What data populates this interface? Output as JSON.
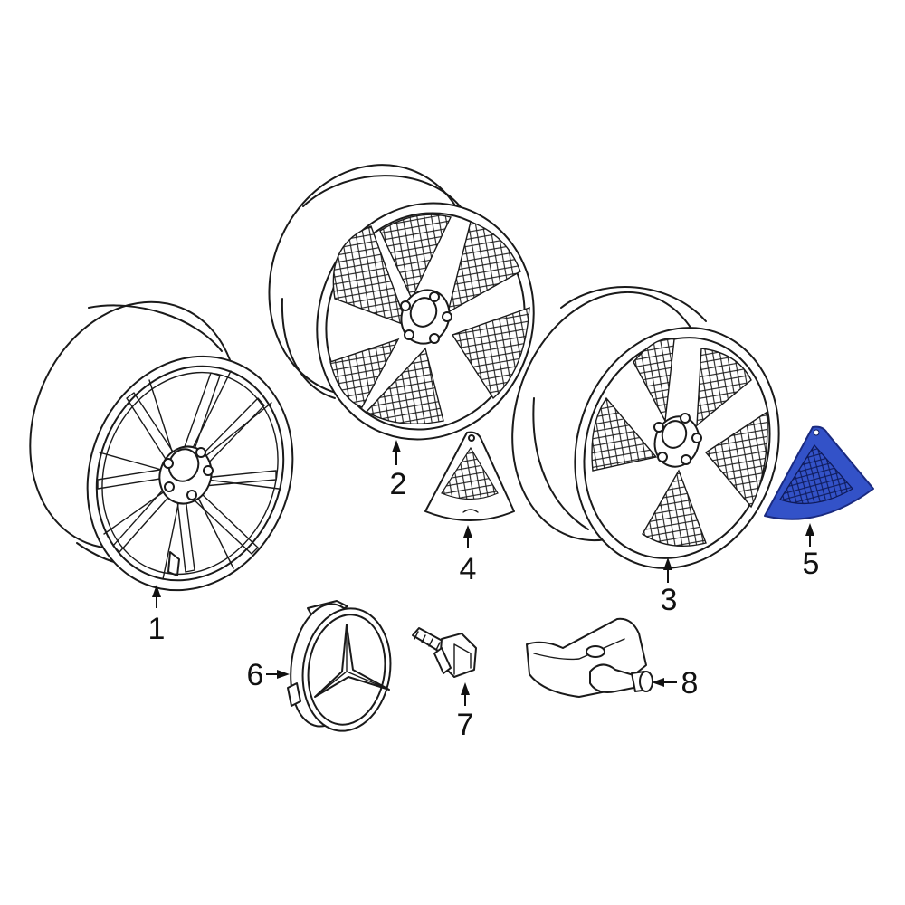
{
  "diagram": {
    "callouts": [
      {
        "id": "1",
        "label": "1"
      },
      {
        "id": "2",
        "label": "2"
      },
      {
        "id": "3",
        "label": "3"
      },
      {
        "id": "4",
        "label": "4"
      },
      {
        "id": "5",
        "label": "5"
      },
      {
        "id": "6",
        "label": "6"
      },
      {
        "id": "7",
        "label": "7"
      },
      {
        "id": "8",
        "label": "8"
      }
    ],
    "highlighted_part": "5",
    "highlight_color": "#3352c8",
    "highlight_outline": "#1a2a80",
    "line_color": "#1a1a1a"
  }
}
